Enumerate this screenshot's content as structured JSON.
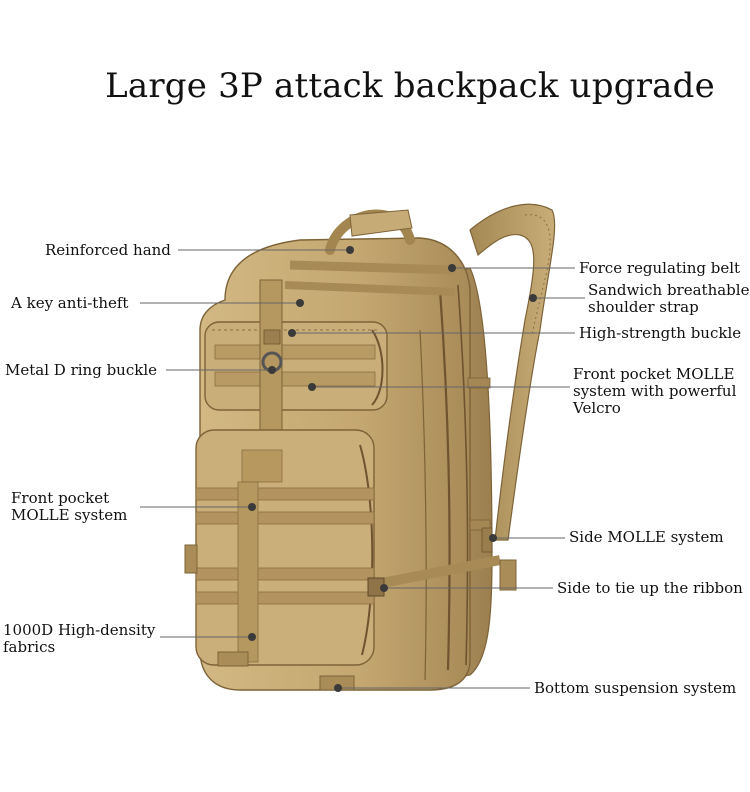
{
  "title": "Large 3P attack backpack upgrade",
  "colors": {
    "fabric": "#c2a672",
    "fabric_dark": "#8a6e42",
    "fabric_light": "#d8c197",
    "leader": "#666666",
    "dot": "#3a3a3a"
  },
  "labels": {
    "reinforced_hand": "Reinforced hand",
    "key_anti_theft": "A key anti-theft",
    "metal_d_ring": "Metal D ring buckle",
    "front_molle_1": "Front pocket",
    "front_molle_2": "MOLLE system",
    "high_density_1": "1000D High-density",
    "high_density_2": "fabrics",
    "force_belt": "Force regulating belt",
    "shoulder_1": "Sandwich breathable",
    "shoulder_2": "shoulder strap",
    "buckle": "High-strength buckle",
    "velcro_1": "Front pocket MOLLE",
    "velcro_2": "system with powerful",
    "velcro_3": "Velcro",
    "side_molle": "Side MOLLE system",
    "side_ribbon": "Side to tie up the ribbon",
    "bottom": "Bottom suspension system"
  }
}
